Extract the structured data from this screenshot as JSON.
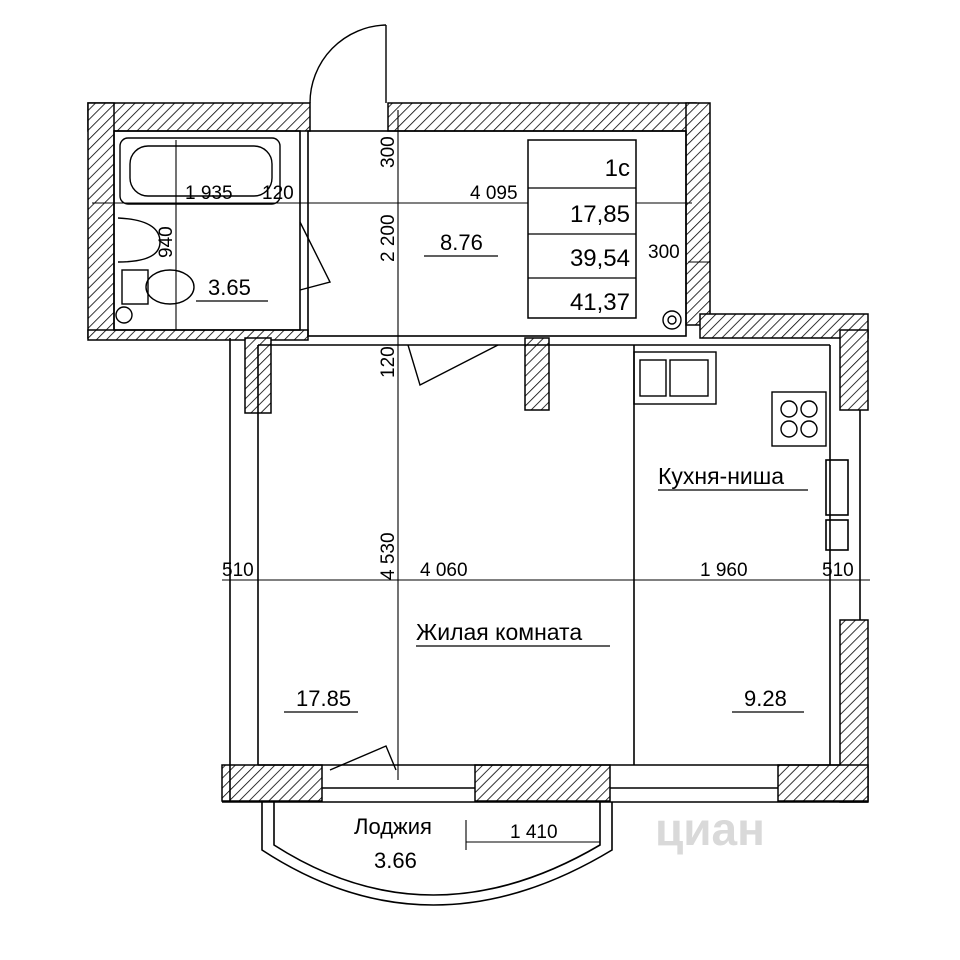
{
  "apartment": {
    "type": "1с",
    "living_area": "17,85",
    "living_total": "39,54",
    "total_area": "41,37"
  },
  "rooms": {
    "hall_area": "8.76",
    "bath_area": "3.65",
    "living_name": "Жилая комната",
    "living_area": "17.85",
    "kitchen_name": "Кухня-ниша",
    "kitchen_area": "9.28",
    "loggia_name": "Лоджия",
    "loggia_area": "3.66"
  },
  "dimensions": {
    "bath_width": "1 935",
    "wall_120_a": "120",
    "hall_width": "4 095",
    "bath_depth": "940",
    "hall_top": "300",
    "hall_height": "2 200",
    "hall_right": "300",
    "door_120": "120",
    "room_height": "4 530",
    "room_width": "4 060",
    "kitchen_width": "1 960",
    "side_left": "510",
    "side_right": "510",
    "loggia_width": "1 410"
  },
  "watermark": "циан",
  "colors": {
    "line": "#000000",
    "hatch": "#000000",
    "watermark": "#d9d9d9"
  }
}
